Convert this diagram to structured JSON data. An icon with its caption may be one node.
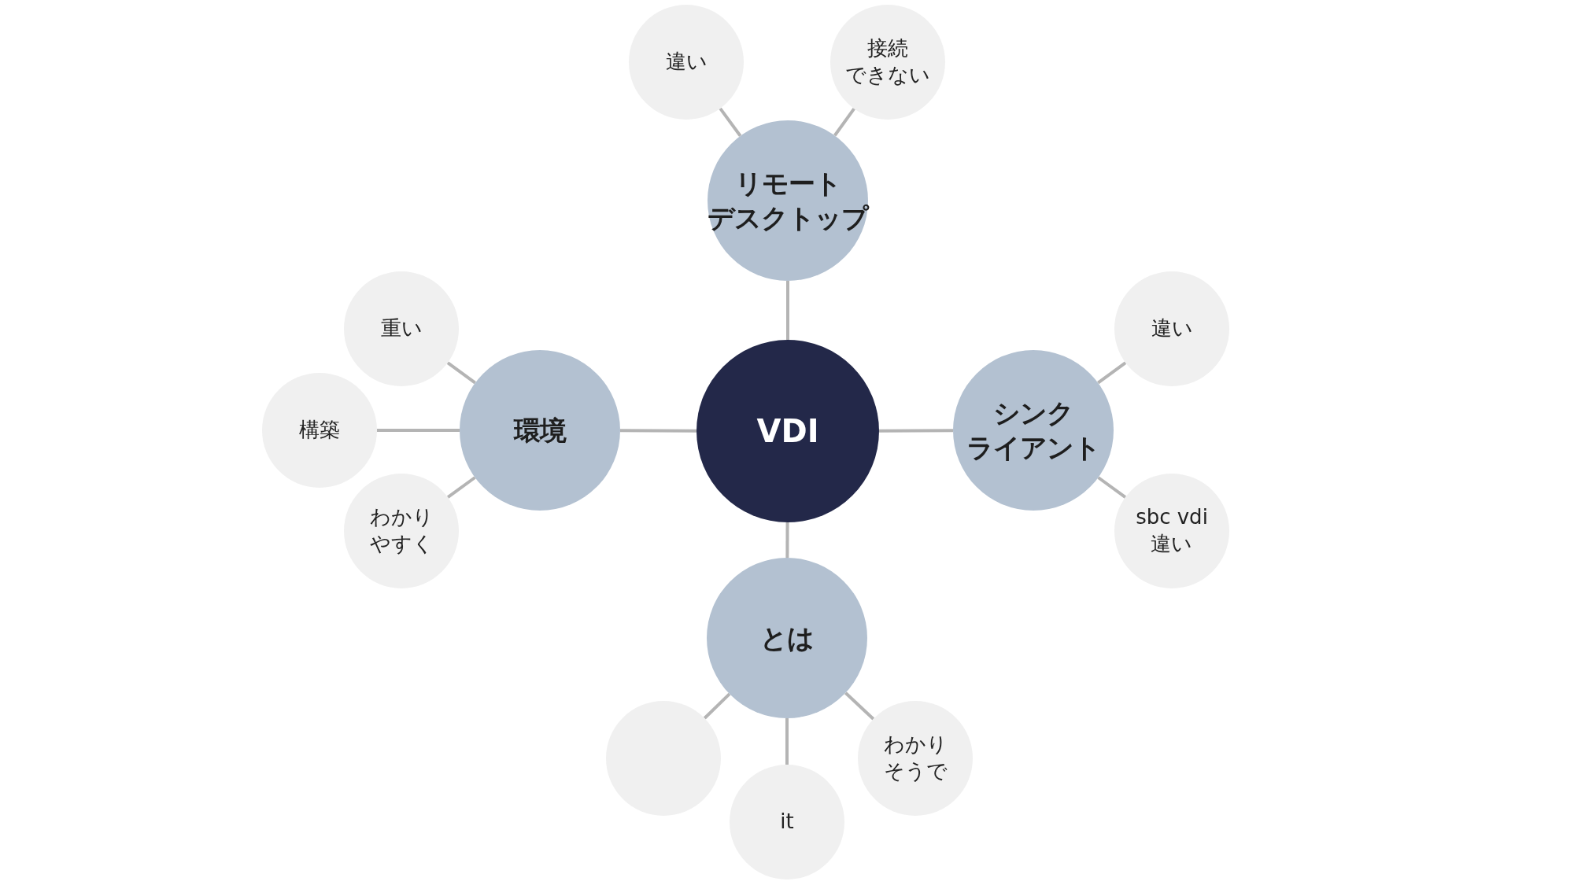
{
  "diagram": {
    "nodes": [
      {
        "text": [
          "VDI"
        ]
      },
      {
        "text": [
          "リモートデスクトップ"
        ]
      },
      {
        "text": [
          "違い"
        ]
      },
      {
        "text": [
          "接続できない"
        ]
      },
      {
        "text": [
          "環境"
        ]
      },
      {
        "text": [
          "重い"
        ]
      },
      {
        "text": [
          "構築"
        ]
      },
      {
        "text": [
          "わかりやすく"
        ]
      },
      {
        "text": [
          "シンクライアント"
        ]
      },
      {
        "text": [
          "違い"
        ]
      },
      {
        "text": [
          "sbc vdi 違い"
        ]
      },
      {
        "text": [
          "とは"
        ]
      },
      {
        "text": [],
        "shape": "circle"
      },
      {
        "text": [
          "it"
        ]
      },
      {
        "text": [
          "わかりそうで"
        ]
      }
    ],
    "edges": [
      {
        "from": 0,
        "to": 1,
        "arrow": "none"
      },
      {
        "from": 1,
        "to": 2,
        "arrow": "none"
      },
      {
        "from": 1,
        "to": 3,
        "arrow": "none"
      },
      {
        "from": 0,
        "to": 4,
        "arrow": "none"
      },
      {
        "from": 4,
        "to": 5,
        "arrow": "none"
      },
      {
        "from": 4,
        "to": 6,
        "arrow": "none"
      },
      {
        "from": 4,
        "to": 7,
        "arrow": "none"
      },
      {
        "from": 0,
        "to": 8,
        "arrow": "none"
      },
      {
        "from": 8,
        "to": 9,
        "arrow": "none"
      },
      {
        "from": 8,
        "to": 10,
        "arrow": "none"
      },
      {
        "from": 0,
        "to": 11,
        "arrow": "none"
      },
      {
        "from": 11,
        "to": 12,
        "arrow": "none"
      },
      {
        "from": 11,
        "to": 13,
        "arrow": "none"
      },
      {
        "from": 11,
        "to": 14,
        "arrow": "none"
      }
    ]
  }
}
